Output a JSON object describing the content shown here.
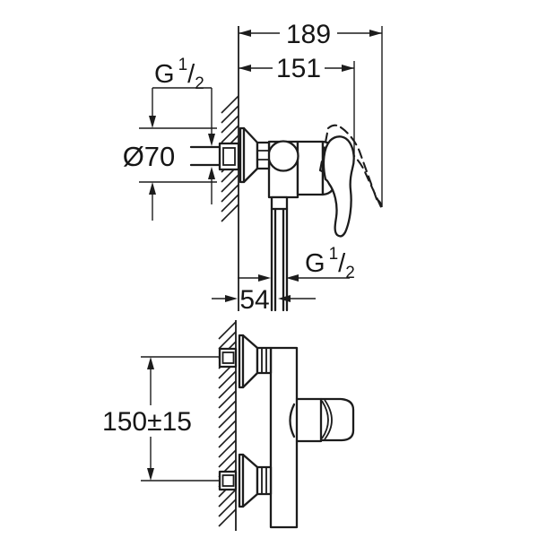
{
  "page": {
    "background": "#ffffff",
    "ink_color": "#1c1c1c",
    "drawing_type": "shower mixer installation dimensions"
  },
  "side_view": {
    "overall_depth_label": "189",
    "body_depth_label": "151",
    "inlet_thread_label": {
      "prefix": "G",
      "numerator": "1",
      "slash": "/",
      "denominator": "2"
    },
    "rosette_diameter_label": "Ø70",
    "outlet_offset_label": "54",
    "outlet_thread_label": {
      "prefix": "G",
      "numerator": "1",
      "slash": "/",
      "denominator": "2"
    }
  },
  "front_view": {
    "connection_distance_label": "150±15"
  }
}
